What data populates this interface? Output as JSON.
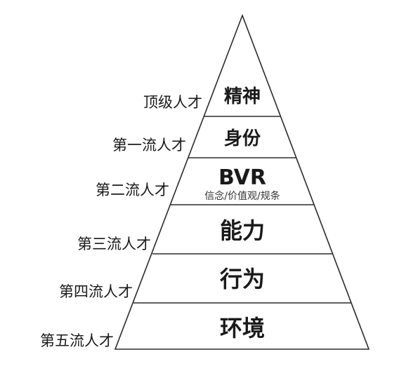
{
  "tiers": [
    {
      "name": "精神",
      "side_label": "顶级人才"
    },
    {
      "name": "身份",
      "side_label": "第一流人才"
    },
    {
      "name": "BVR",
      "subtitle": "信念/价值观/规条",
      "side_label": "第二流人才"
    },
    {
      "name": "能力",
      "side_label": "第三流人才"
    },
    {
      "name": "行为",
      "side_label": "第四流人才"
    },
    {
      "name": "环境",
      "side_label": "第五流人才"
    }
  ],
  "colors": {
    "line": "#2b2b2b",
    "text": "#1a1a1a"
  }
}
